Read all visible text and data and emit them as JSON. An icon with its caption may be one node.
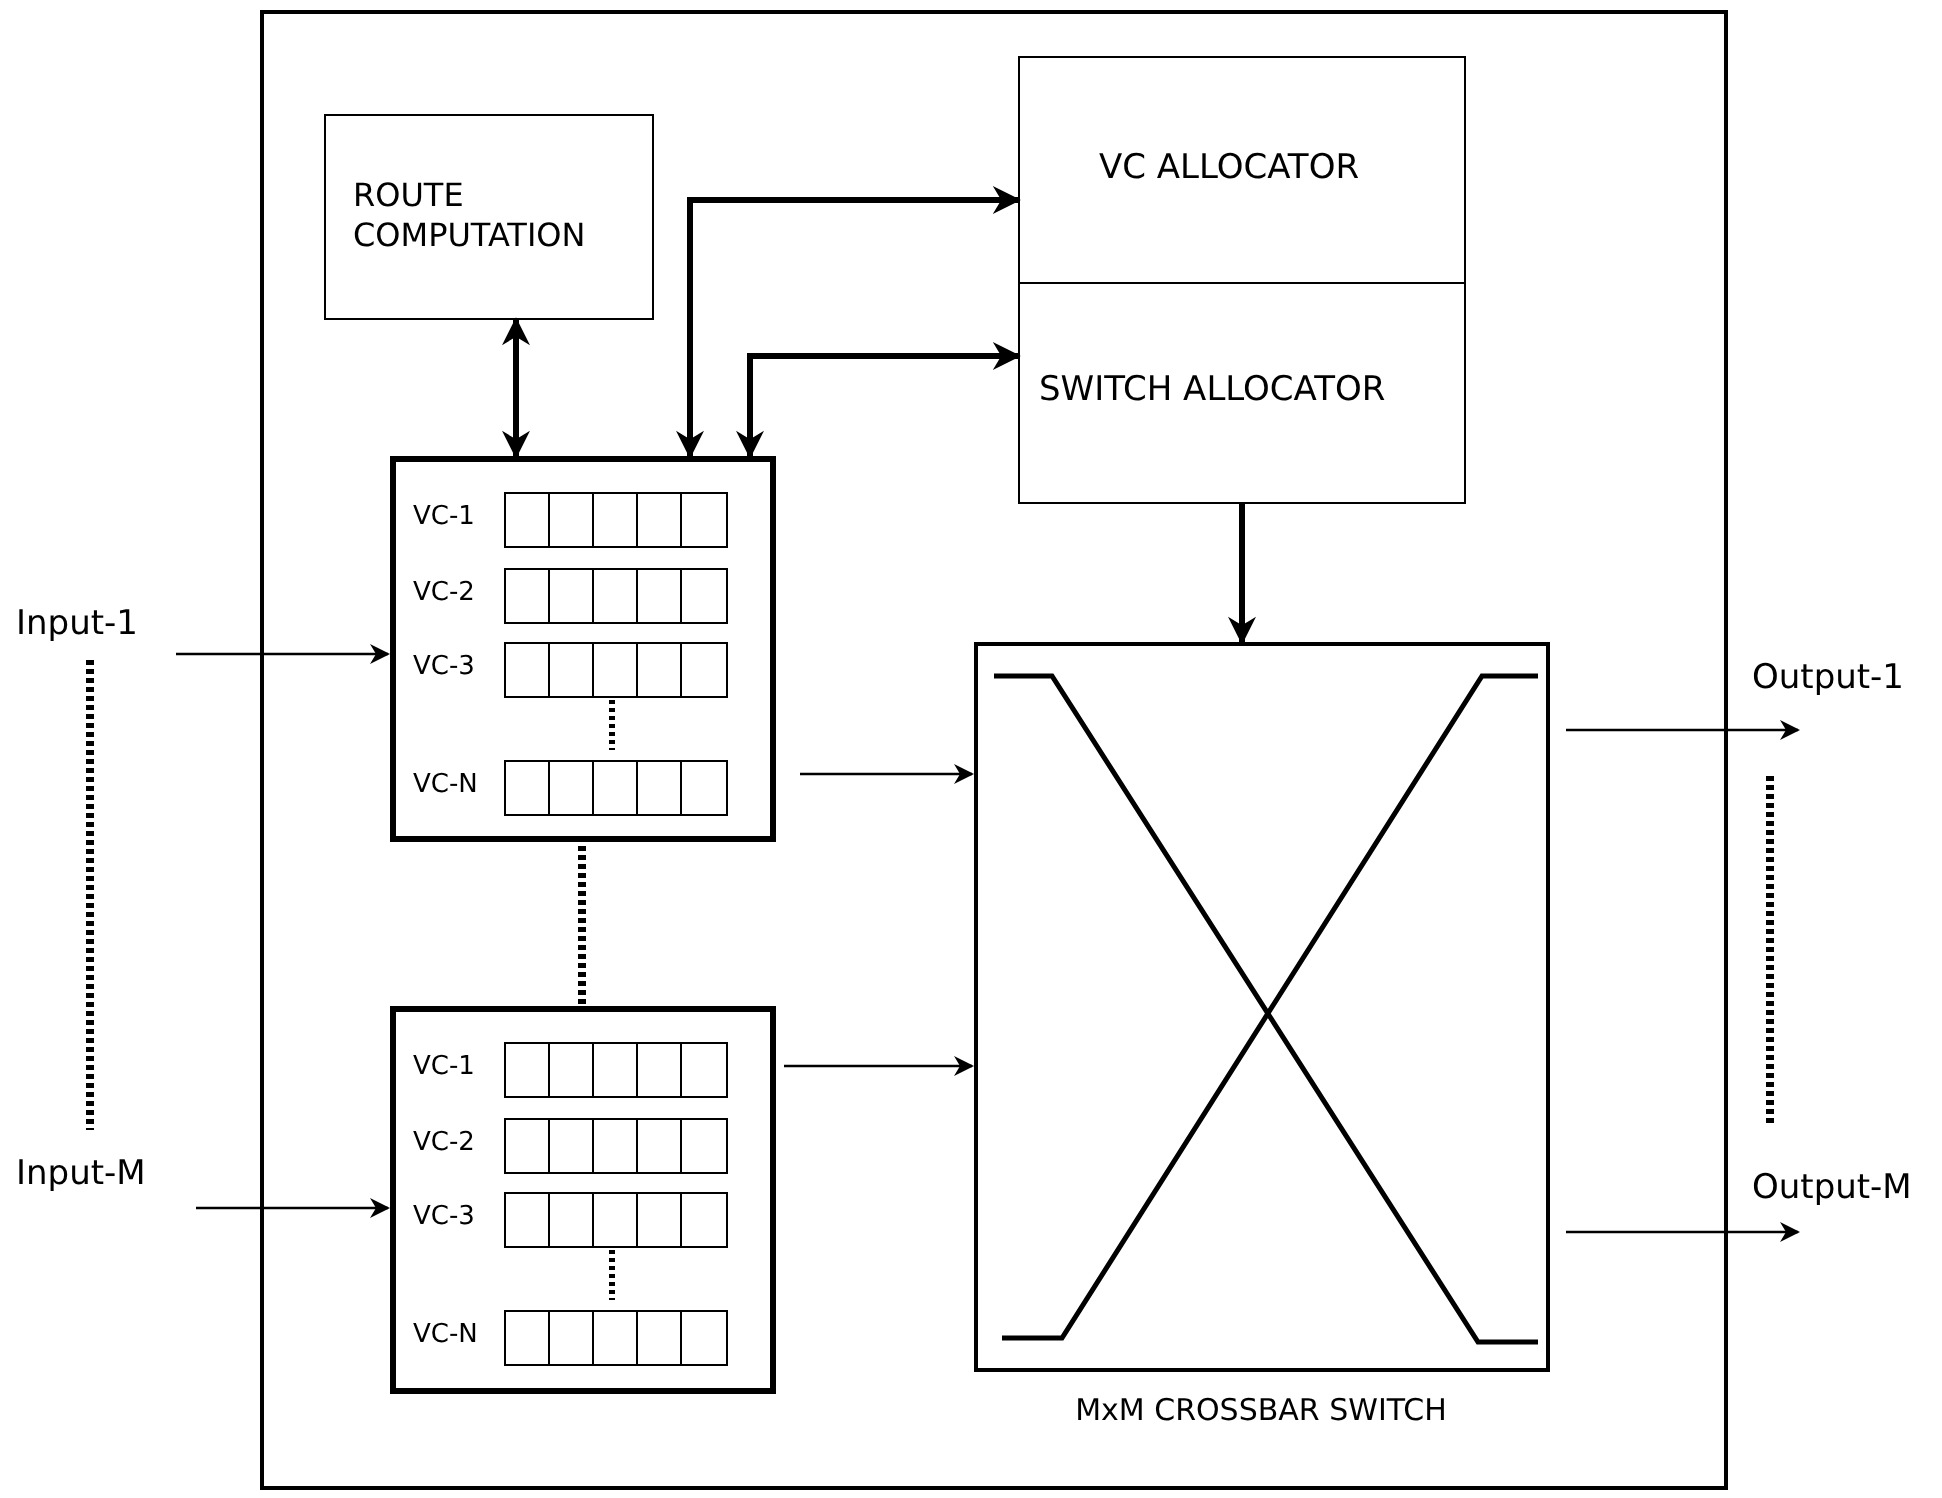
{
  "diagram": {
    "nodes": [
      {
        "text": [],
        "shape": "box"
      },
      {
        "text": [
          "ROUTE COMPUTATION"
        ],
        "in": 0
      },
      {
        "text": [
          "VC ALLOCATOR"
        ],
        "in": 0
      },
      {
        "text": [
          "SWITCH ALLOCATOR"
        ],
        "in": 0
      },
      {
        "text": [],
        "shape": "box",
        "in": 0
      },
      {
        "text": [],
        "shape": "box",
        "in": 0
      },
      {
        "text": [],
        "shape": "box",
        "in": 0,
        "beside": [
          "MxM CROSSBAR SWITCH"
        ]
      },
      {
        "text": [
          "Input-1"
        ]
      },
      {
        "text": [
          "Input-M"
        ]
      },
      {
        "text": [
          "Output-1"
        ]
      },
      {
        "text": [
          "Output-M"
        ]
      }
    ],
    "edges": [
      {
        "from": 1,
        "to": 4,
        "arrow": "both",
        "style": "thick"
      },
      {
        "from": 4,
        "to": 2,
        "arrow": "both",
        "style": "thick"
      },
      {
        "from": 4,
        "to": 3,
        "arrow": "both",
        "style": "thick"
      },
      {
        "from": 3,
        "to": 6,
        "arrow": "to",
        "style": "thick"
      },
      {
        "from": 7,
        "to": 4,
        "arrow": "to"
      },
      {
        "from": 8,
        "to": 5,
        "arrow": "to"
      },
      {
        "from": 4,
        "to": 6,
        "arrow": "to"
      },
      {
        "from": 5,
        "to": 6,
        "arrow": "to"
      },
      {
        "from": 6,
        "to": 9,
        "arrow": "to"
      },
      {
        "from": 6,
        "to": 10,
        "arrow": "to"
      }
    ],
    "labels": [
      "VC-1",
      "VC-2",
      "VC-3",
      "VC-N",
      "VC-1",
      "VC-2",
      "VC-3",
      "VC-N"
    ]
  }
}
